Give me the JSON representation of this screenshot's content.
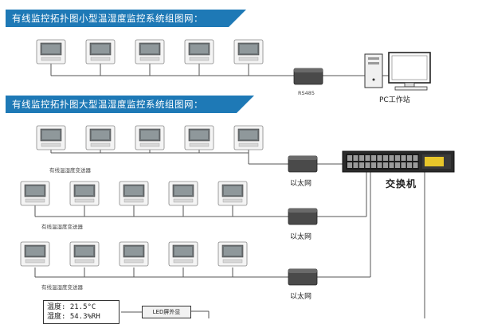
{
  "sections": {
    "small_title": "有线监控拓扑图小型温湿度监控系统组图网：",
    "large_title": "有线监控拓扑图大型温湿度监控系统组图网："
  },
  "devices": {
    "rs485_label": "RS485",
    "pc_label": "PC工作站",
    "ethernet_label": "以太网",
    "switch_label": "交换机",
    "transmitter_label": "有线温湿度变送器",
    "led_label": "LED屏外显"
  },
  "readout": {
    "line1": "温度: 21.5°C",
    "line2": "湿度: 54.3%RH"
  },
  "colors": {
    "banner": "#1e79b6",
    "line": "#555555",
    "converter": "#4a4a4a"
  }
}
